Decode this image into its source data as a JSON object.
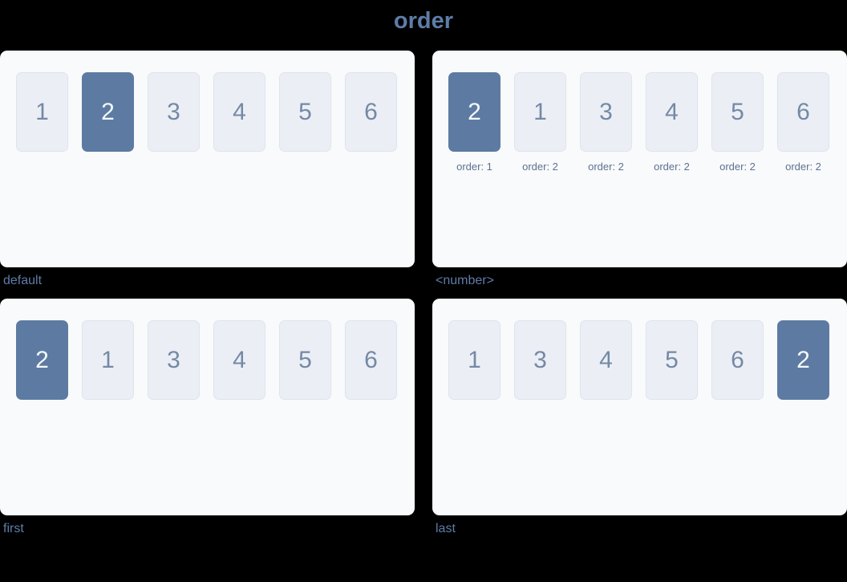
{
  "page": {
    "title": "order"
  },
  "colors": {
    "background": "#000000",
    "panel_bg": "#f8fafb",
    "box_bg": "#ebeff5",
    "box_border": "#dee4ee",
    "box_text": "#7589a6",
    "highlight_bg": "#5d7ba2",
    "highlight_text": "#f5f8fb",
    "label_text": "#5e7ca7",
    "caption_text": "#5f7190"
  },
  "panels": [
    {
      "label": "default",
      "boxes": [
        {
          "value": "1",
          "highlighted": false
        },
        {
          "value": "2",
          "highlighted": true
        },
        {
          "value": "3",
          "highlighted": false
        },
        {
          "value": "4",
          "highlighted": false
        },
        {
          "value": "5",
          "highlighted": false
        },
        {
          "value": "6",
          "highlighted": false
        }
      ]
    },
    {
      "label": "<number>",
      "boxes": [
        {
          "value": "2",
          "highlighted": true,
          "caption": "order: 1"
        },
        {
          "value": "1",
          "highlighted": false,
          "caption": "order: 2"
        },
        {
          "value": "3",
          "highlighted": false,
          "caption": "order: 2"
        },
        {
          "value": "4",
          "highlighted": false,
          "caption": "order: 2"
        },
        {
          "value": "5",
          "highlighted": false,
          "caption": "order: 2"
        },
        {
          "value": "6",
          "highlighted": false,
          "caption": "order: 2"
        }
      ]
    },
    {
      "label": "first",
      "boxes": [
        {
          "value": "2",
          "highlighted": true
        },
        {
          "value": "1",
          "highlighted": false
        },
        {
          "value": "3",
          "highlighted": false
        },
        {
          "value": "4",
          "highlighted": false
        },
        {
          "value": "5",
          "highlighted": false
        },
        {
          "value": "6",
          "highlighted": false
        }
      ]
    },
    {
      "label": "last",
      "boxes": [
        {
          "value": "1",
          "highlighted": false
        },
        {
          "value": "3",
          "highlighted": false
        },
        {
          "value": "4",
          "highlighted": false
        },
        {
          "value": "5",
          "highlighted": false
        },
        {
          "value": "6",
          "highlighted": false
        },
        {
          "value": "2",
          "highlighted": true
        }
      ]
    }
  ]
}
